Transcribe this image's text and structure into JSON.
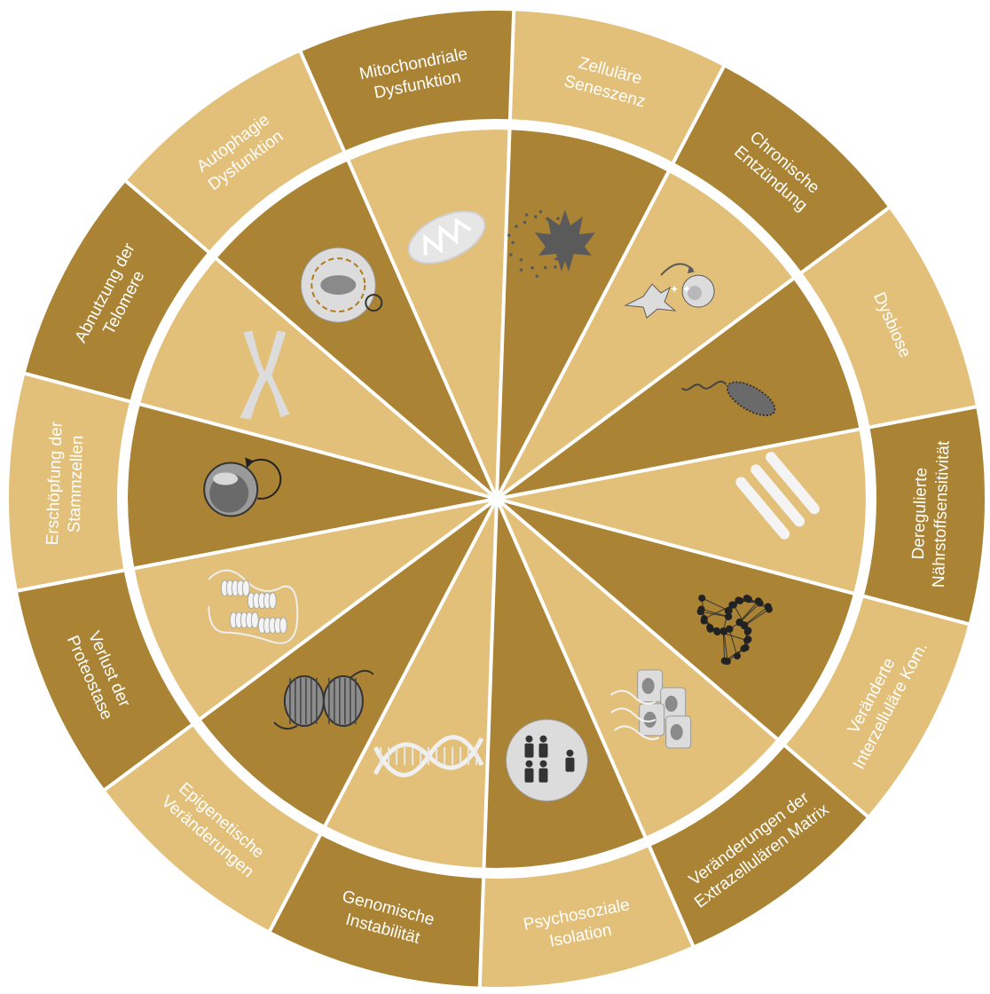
{
  "colors": {
    "dark": "#aa8434",
    "light": "#e3c07a",
    "divider": "#ffffff",
    "icon_fill": "#dcdcdc",
    "icon_dark": "#5a5a5a"
  },
  "segments": [
    {
      "lines": [
        "Zelluläre",
        "Seneszenz"
      ],
      "icon": "maple-leaf-icon",
      "shade": "light"
    },
    {
      "lines": [
        "Chronische",
        "Entzündung"
      ],
      "icon": "inflammation-cell-icon",
      "shade": "dark"
    },
    {
      "lines": [
        "Dysbiose"
      ],
      "icon": "bacterium-icon",
      "shade": "light"
    },
    {
      "lines": [
        "Deregulierte",
        "Nährstoffsensitivität"
      ],
      "icon": "cutlery-icon",
      "shade": "dark"
    },
    {
      "lines": [
        "Veränderte",
        "Interzelluläre Kom."
      ],
      "icon": "network-icon",
      "shade": "light"
    },
    {
      "lines": [
        "Veränderungen der",
        "Extrazellulären Matrix"
      ],
      "icon": "matrix-cells-icon",
      "shade": "dark"
    },
    {
      "lines": [
        "Psychosoziale",
        "Isolation"
      ],
      "icon": "people-isolation-icon",
      "shade": "light"
    },
    {
      "lines": [
        "Genomische",
        "Instabilität"
      ],
      "icon": "dna-helix-icon",
      "shade": "dark"
    },
    {
      "lines": [
        "Epigenetische",
        "Veränderungen"
      ],
      "icon": "nucleosome-icon",
      "shade": "light"
    },
    {
      "lines": [
        "Verlust der",
        "Proteostase"
      ],
      "icon": "protein-fold-icon",
      "shade": "dark"
    },
    {
      "lines": [
        "Erschöpfung der",
        "Stammzellen"
      ],
      "icon": "stem-cell-icon",
      "shade": "light"
    },
    {
      "lines": [
        "Abnutzung der",
        "Telomere"
      ],
      "icon": "chromosome-icon",
      "shade": "dark"
    },
    {
      "lines": [
        "Autophagie",
        "Dysfunktion"
      ],
      "icon": "autophagosome-icon",
      "shade": "light"
    },
    {
      "lines": [
        "Mitochondriale",
        "Dysfunktion"
      ],
      "icon": "mitochondrion-icon",
      "shade": "dark"
    }
  ]
}
